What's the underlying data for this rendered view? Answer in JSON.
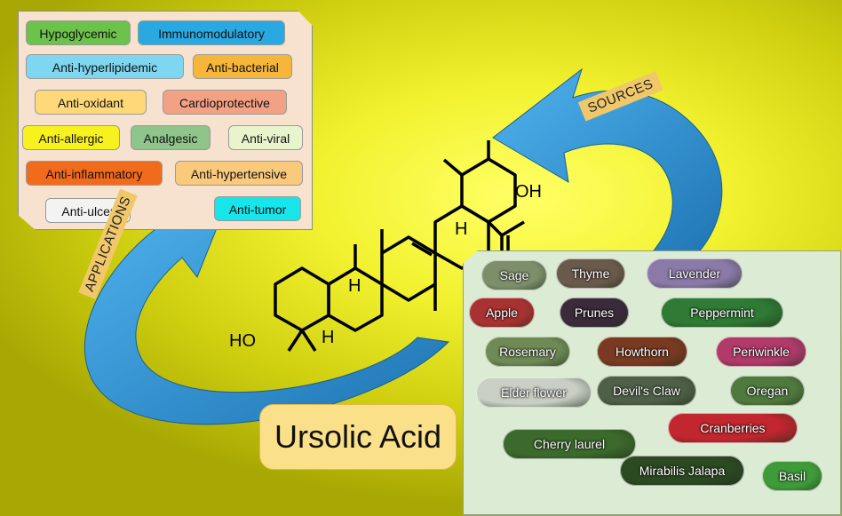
{
  "title": "Ursolic Acid",
  "applications_label": "APPLICATIONS",
  "sources_label": "SOURCES",
  "applications": [
    {
      "label": "Hypoglycemic",
      "color": "#6cc24a"
    },
    {
      "label": "Immunomodulatory",
      "color": "#29a9e1"
    },
    {
      "label": "Anti-hyperlipidemic",
      "color": "#7fd6f0"
    },
    {
      "label": "Anti-bacterial",
      "color": "#f5b63a"
    },
    {
      "label": "Anti-oxidant",
      "color": "#ffd87a"
    },
    {
      "label": "Cardioprotective",
      "color": "#f2a184"
    },
    {
      "label": "Anti-allergic",
      "color": "#f7f21e"
    },
    {
      "label": "Analgesic",
      "color": "#8fc48a"
    },
    {
      "label": "Anti-viral",
      "color": "#e8f4cc"
    },
    {
      "label": "Anti-inflammatory",
      "color": "#f26b1d"
    },
    {
      "label": "Anti-hypertensive",
      "color": "#f9c97c"
    },
    {
      "label": "Anti-ulcer",
      "color": "#f3f3f3"
    },
    {
      "label": "Anti-tumor",
      "color": "#16e6ea"
    }
  ],
  "sources": [
    {
      "label": "Sage",
      "color": "#7d8f6a"
    },
    {
      "label": "Thyme",
      "color": "#6a5a4c"
    },
    {
      "label": "Lavender",
      "color": "#8b7aa8"
    },
    {
      "label": "Apple",
      "color": "#a83232"
    },
    {
      "label": "Prunes",
      "color": "#3a2a3a"
    },
    {
      "label": "Peppermint",
      "color": "#2f7a34"
    },
    {
      "label": "Rosemary",
      "color": "#6f8a55"
    },
    {
      "label": "Howthorn",
      "color": "#7a3a22"
    },
    {
      "label": "Periwinkle",
      "color": "#b03a6a"
    },
    {
      "label": "Elder flower",
      "color": "#c9cfc4"
    },
    {
      "label": "Devil's Claw",
      "color": "#4f6048"
    },
    {
      "label": "Oregan",
      "color": "#4f7a3e"
    },
    {
      "label": "Cranberries",
      "color": "#c2262e"
    },
    {
      "label": "Cherry laurel",
      "color": "#3c6a2c"
    },
    {
      "label": "Mirabilis Jalapa",
      "color": "#2c4a22"
    },
    {
      "label": "Basil",
      "color": "#3f9a3a"
    }
  ],
  "molecule": {
    "oh_label": "OH",
    "ho_label": "HO",
    "h_label": "H"
  },
  "colors": {
    "arrow": "#2f95d6",
    "arrow_dark": "#1f6fa8"
  }
}
